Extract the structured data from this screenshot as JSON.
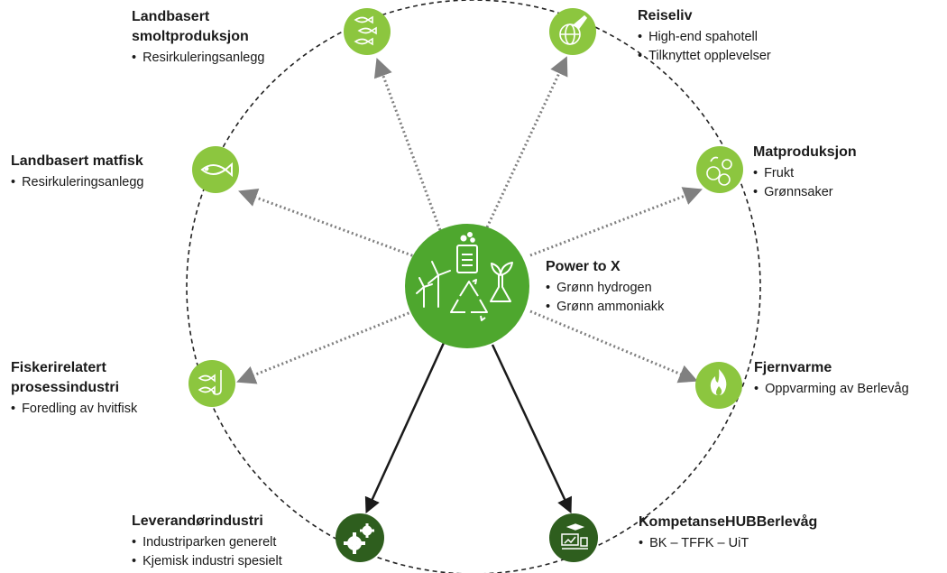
{
  "center": {
    "title": "Power to X",
    "bullets": [
      "Grønn hydrogen",
      "Grønn ammoniakk"
    ],
    "color": "#4ea72e"
  },
  "colors": {
    "light_node": "#8cc63f",
    "dark_node": "#2e5e1e",
    "ring": "#222222",
    "dotted_arrow": "#808080",
    "solid_arrow": "#1a1a1a"
  },
  "nodes": [
    {
      "id": "smolt",
      "icon": "fish-school-icon",
      "title_lines": [
        "Landbasert",
        "smoltproduksjon"
      ],
      "bullets": [
        "Resirkuleringsanlegg"
      ]
    },
    {
      "id": "reiseliv",
      "icon": "globe-plane-icon",
      "title_lines": [
        "Reiseliv"
      ],
      "bullets": [
        "High-end spahotell",
        "Tilknyttet opplevelser"
      ]
    },
    {
      "id": "matfisk",
      "icon": "fish-icon",
      "title_lines": [
        "Landbasert matfisk"
      ],
      "bullets": [
        "Resirkuleringsanlegg"
      ]
    },
    {
      "id": "matproduksjon",
      "icon": "fruit-vegetables-icon",
      "title_lines": [
        "Matproduksjon"
      ],
      "bullets": [
        "Frukt",
        "Grønnsaker"
      ]
    },
    {
      "id": "fiskeri",
      "icon": "fish-hook-icon",
      "title_lines": [
        "Fiskerirelatert",
        "prosessindustri"
      ],
      "bullets": [
        "Foredling av hvitfisk"
      ]
    },
    {
      "id": "fjernvarme",
      "icon": "flame-icon",
      "title_lines": [
        "Fjernvarme"
      ],
      "bullets": [
        "Oppvarming av Berlevåg"
      ]
    },
    {
      "id": "leverandor",
      "icon": "gears-icon",
      "title_lines": [
        "Leverandørindustri"
      ],
      "bullets": [
        "Industriparken generelt",
        "Kjemisk industri spesielt"
      ]
    },
    {
      "id": "kompetanse",
      "icon": "classroom-icon",
      "title_lines": [
        "KompetanseHUBBerlevåg"
      ],
      "bullets": [
        "BK – TFFK – UiT"
      ]
    }
  ]
}
